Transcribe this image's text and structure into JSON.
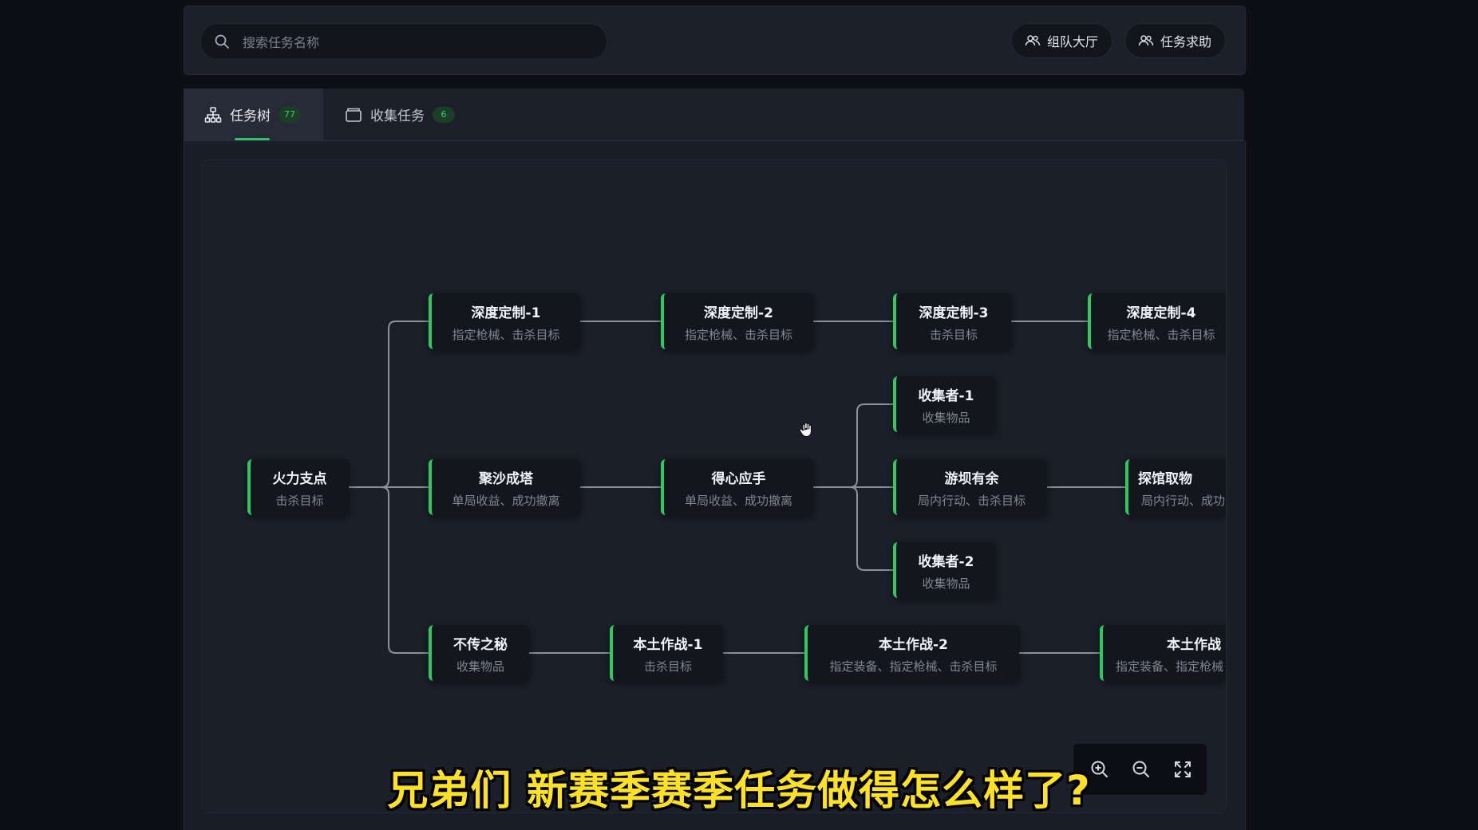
{
  "search": {
    "placeholder": "搜索任务名称",
    "value": ""
  },
  "header_buttons": {
    "team_hall": "组队大厅",
    "task_help": "任务求助"
  },
  "tabs": [
    {
      "label": "任务树",
      "count": "77"
    },
    {
      "label": "收集任务",
      "count": "6"
    }
  ],
  "nodes": {
    "huoli": {
      "title": "火力支点",
      "sub": "击杀目标"
    },
    "shendu1": {
      "title": "深度定制-1",
      "sub": "指定枪械、击杀目标"
    },
    "shendu2": {
      "title": "深度定制-2",
      "sub": "指定枪械、击杀目标"
    },
    "shendu3": {
      "title": "深度定制-3",
      "sub": "击杀目标"
    },
    "shendu4": {
      "title": "深度定制-4",
      "sub": "指定枪械、击杀目标"
    },
    "jusha": {
      "title": "聚沙成塔",
      "sub": "单局收益、成功撤离"
    },
    "dexin": {
      "title": "得心应手",
      "sub": "单局收益、成功撤离"
    },
    "shouji1": {
      "title": "收集者-1",
      "sub": "收集物品"
    },
    "youba": {
      "title": "游坝有余",
      "sub": "局内行动、击杀目标"
    },
    "tanguan": {
      "title": "探馆取物",
      "sub": "局内行动、成功"
    },
    "shouji2": {
      "title": "收集者-2",
      "sub": "收集物品"
    },
    "buchuan": {
      "title": "不传之秘",
      "sub": "收集物品"
    },
    "bentu1": {
      "title": "本土作战-1",
      "sub": "击杀目标"
    },
    "bentu2": {
      "title": "本土作战-2",
      "sub": "指定装备、指定枪械、击杀目标"
    },
    "bentu3": {
      "title": "本土作战",
      "sub": "指定装备、指定枪械"
    }
  },
  "caption": "兄弟们 新赛季赛季任务做得怎么样了?",
  "colors": {
    "accent": "#2fc95f",
    "caption": "#ffe226"
  }
}
